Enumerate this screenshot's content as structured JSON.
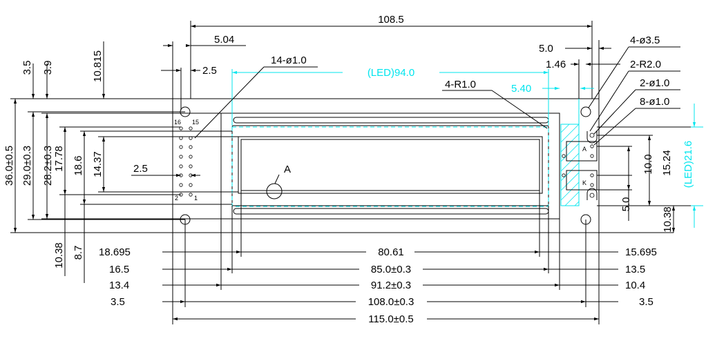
{
  "dims": {
    "overall_top": "108.5",
    "d504": "5.04",
    "d25_top": "2.5",
    "d10815": "10.815",
    "d35": "3.5",
    "d39": "3.9",
    "d14phi": "14-ø1.0",
    "led94": "(LED)94.0",
    "r10": "4-R1.0",
    "d540": "5.40",
    "d50_top": "5.0",
    "d146": "1.46",
    "h435": "4-ø3.5",
    "r20": "2-R2.0",
    "phi10_2": "2-ø1.0",
    "phi10_8": "8-ø1.0",
    "h36": "36.0±0.5",
    "h29": "29.0±0.3",
    "h282": "28.2±0.3",
    "h1778": "17.78",
    "h186": "18.6",
    "h1437": "14.37",
    "d25_mid": "2.5",
    "label_a": "A",
    "h1038_left": "10.38",
    "h87": "8.7",
    "v100": "10.0",
    "v1524": "15.24",
    "led216": "(LED)21.6",
    "v50": "5.0",
    "v1038_right": "10.38",
    "pin16": "16",
    "pin15": "15",
    "pin2": "2",
    "pin1": "1",
    "pin_a": "A",
    "pin_k": "K",
    "row1_left": "18.695",
    "row1_mid": "80.61",
    "row1_right": "15.695",
    "row2_left": "16.5",
    "row2_mid": "85.0±0.3",
    "row2_right": "13.5",
    "row3_left": "13.4",
    "row3_mid": "91.2±0.3",
    "row3_right": "10.4",
    "row4_left": "3.5",
    "row4_mid": "108.0±0.3",
    "row4_right": "3.5",
    "row5_mid": "115.0±0.5"
  }
}
